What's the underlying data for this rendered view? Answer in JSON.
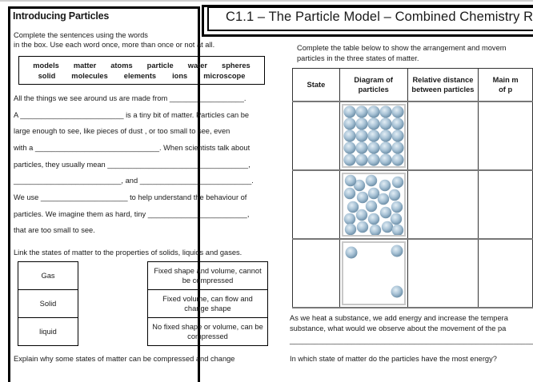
{
  "title": "C1.1 – The Particle Model – Combined Chemistry R",
  "left": {
    "heading": "Introducing Particles",
    "instructions": [
      "Complete the sentences using the words",
      "in the box. Use each word once, more than once or not at all."
    ],
    "word_bank": {
      "row1": [
        "models",
        "matter",
        "atoms",
        "particle",
        "water",
        "spheres"
      ],
      "row2": [
        "solid",
        "molecules",
        "elements",
        "ions",
        "microscope"
      ]
    },
    "cloze_lines": [
      "All the things we see around us are made from __________________.",
      "A _________________________ is a tiny bit of matter. Particles can be",
      "large enough to see, like pieces of dust , or too small to see, even",
      "with a ______________________________. When scientists talk about",
      "particles, they usually mean __________________________________,",
      "__________________________, and ___________________________.",
      "We use _____________________ to help understand the behaviour of",
      "particles. We imagine them as hard, tiny ________________________,",
      "that are too small to see."
    ],
    "link_instruction": "Link the states of matter to the properties of solids, liquids and gases.",
    "states": [
      "Gas",
      "Solid",
      "liquid"
    ],
    "properties": [
      "Fixed shape and volume, cannot be compressed",
      "Fixed volume, can flow and change shape",
      "No fixed shape or volume, can be compressed"
    ],
    "explain_prompt": "Explain why some states of matter can be compressed and change"
  },
  "right": {
    "table_instruction": [
      "Complete the table below to show the arrangement and movem",
      "particles in the three states of matter."
    ],
    "table": {
      "headers": [
        "State",
        "Diagram of particles",
        "Relative distance between particles",
        "Main m of p"
      ],
      "header_lines": [
        [
          "State"
        ],
        [
          "Diagram of",
          "particles"
        ],
        [
          "Relative distance",
          "between particles"
        ],
        [
          "Main m",
          "of p"
        ]
      ],
      "rows": [
        {
          "state": "",
          "diagram": "solid-lattice",
          "distance": "",
          "movement": ""
        },
        {
          "state": "",
          "diagram": "liquid-random-close",
          "distance": "",
          "movement": ""
        },
        {
          "state": "",
          "diagram": "gas-sparse",
          "distance": "",
          "movement": ""
        }
      ]
    },
    "heat_question": [
      "As we heat a substance, we add energy and increase the tempera",
      "substance, what would we observe about the movement of the pa"
    ],
    "answer_line": "________________________________________________________________",
    "energy_question": "In which state of matter do the particles have the most energy?"
  },
  "colors": {
    "particle_fill": "#a9c3d6",
    "particle_shadow": "#7a9bb3",
    "particle_highlight": "#e3eef5",
    "diagram_border": "#c8c8c8"
  }
}
